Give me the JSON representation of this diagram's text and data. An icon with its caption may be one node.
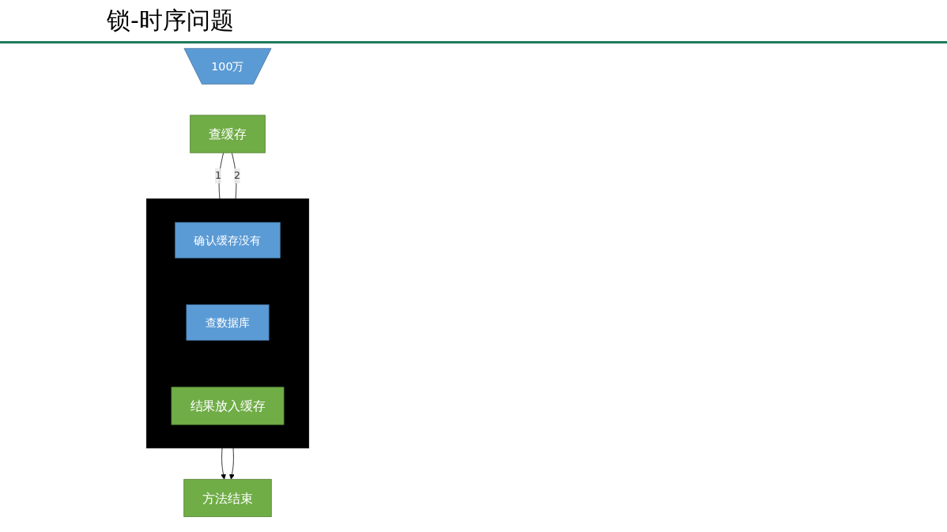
{
  "diagram": {
    "title": "锁-时序问题",
    "nodes": [
      {
        "text": [
          "100万"
        ]
      },
      {
        "text": [
          "查缓存"
        ]
      },
      {
        "text": [],
        "shape": "box"
      },
      {
        "text": [
          "确认缓存没有"
        ],
        "in": 2
      },
      {
        "text": [
          "查数据库"
        ],
        "in": 2
      },
      {
        "text": [
          "结果放入缓存"
        ],
        "in": 2
      },
      {
        "text": [
          "方法结束"
        ]
      }
    ],
    "edges": [
      {
        "from": 1,
        "to": 2,
        "arrow": "none",
        "label": "1"
      },
      {
        "from": 1,
        "to": 2,
        "arrow": "none",
        "label": "2"
      },
      {
        "from": 2,
        "to": 6,
        "arrow": "to"
      },
      {
        "from": 2,
        "to": 6,
        "arrow": "to"
      }
    ]
  }
}
